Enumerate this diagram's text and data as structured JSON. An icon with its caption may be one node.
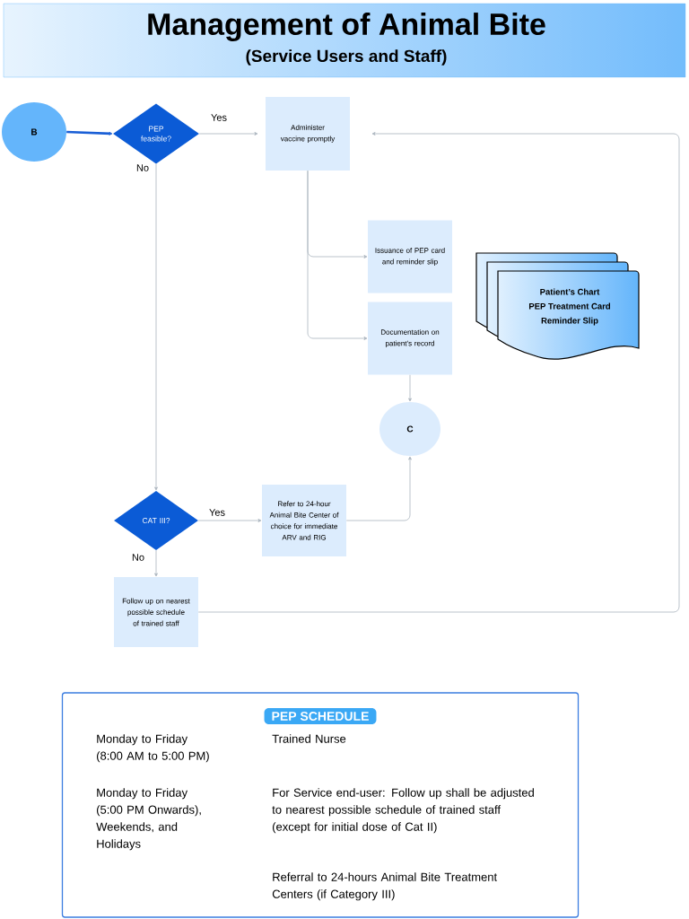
{
  "diagram": {
    "title": "Management of Animal Bite",
    "nodes": [
      {
        "text": [
          "B"
        ]
      },
      {
        "text": [
          "PEP feasible?"
        ]
      },
      {
        "text": [
          "Administer vaccine promptly"
        ]
      },
      {
        "text": [
          "Issuance of PEP card and reminder slip"
        ]
      },
      {
        "text": [
          "Documentation on patient’s record"
        ]
      },
      {
        "text": [
          "Patient’s Chart",
          "PEP Treatment Card",
          "Reminder Slip"
        ]
      },
      {
        "text": [
          "C"
        ]
      },
      {
        "text": [
          "CAT III?"
        ]
      },
      {
        "text": [
          "Refer to 24-hour Animal Bite Center of choice for immediate ARV and RIG"
        ]
      },
      {
        "text": [
          "Follow up on nearest possible schedule of trained staff"
        ]
      },
      {
        "text": [
          "PEP SCHEDULE",
          "Monday to Friday (8:00 AM to 5:00 PM)",
          "Trained Nurse",
          "Monday to Friday (5:00 PM Onwards), Weekends, and Holidays",
          "For Service end-user: Follow up shall be adjusted to nearest possible schedule of trained staff (except for initial dose of Cat II)",
          "Referral to 24-hours Animal Bite Treatment Centers  (if Category III)"
        ]
      }
    ],
    "edges": [
      {
        "from": 0,
        "to": 1,
        "arrow": "to",
        "style": "thick",
        "color": "#1a5fd6"
      },
      {
        "from": 1,
        "to": 2,
        "arrow": "to",
        "label": "Yes"
      },
      {
        "from": 1,
        "to": 7,
        "arrow": "to",
        "label": "No"
      },
      {
        "from": 2,
        "to": 3,
        "arrow": "to"
      },
      {
        "from": 2,
        "to": 4,
        "arrow": "to"
      },
      {
        "from": 4,
        "to": 6,
        "arrow": "to"
      },
      {
        "from": 7,
        "to": 8,
        "arrow": "to",
        "label": "Yes"
      },
      {
        "from": 8,
        "to": 6,
        "arrow": "to"
      },
      {
        "from": 7,
        "to": 9,
        "arrow": "to",
        "label": "No"
      },
      {
        "from": 9,
        "to": 2,
        "arrow": "to"
      }
    ],
    "labels": [
      "(Service Users and Staff)"
    ]
  }
}
